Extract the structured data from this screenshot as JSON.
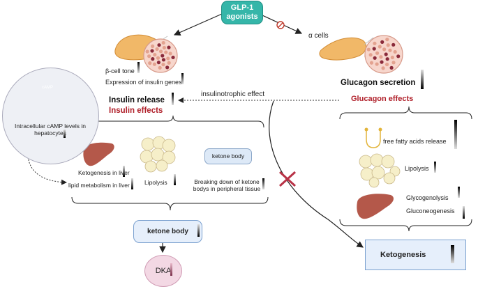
{
  "glp1": {
    "line1": "GLP-1",
    "line2": "agonists"
  },
  "alpha_cells": "α cells",
  "beta_cell_tone": "β-cell tone",
  "expression_insulin_genes": "Expression of insulin genes",
  "insulinotrophic_effect": "insulinotrophic effect",
  "insulin_release": "Insulin release",
  "insulin_effects": "Insulin effects",
  "glucagon_secretion": "Glucagon secretion",
  "glucagon_effects": "Glucagon effects",
  "camp_label": "cAMP",
  "intracellular_camp": "Intracellular cAMP levels in hepatocytes",
  "ketogenesis_liver": "Ketogenesis in liver",
  "lipid_metabolism_liver": "lipid metabolism in liver",
  "lipolysis_left": "Lipolysis",
  "ketone_body_small": "ketone body",
  "breaking_down": "Breaking down of ketone bodys in peripheral tissue",
  "ketone_body_box": "ketone body",
  "dka": "DKA",
  "free_fatty_acids": "free fatty acids release",
  "lipolysis_right": "Lipolysis",
  "glycogenolysis": "Glycogenolysis",
  "gluconeogenesis": "Gluconeogenesis",
  "ketogenesis": "Ketogenesis",
  "colors": {
    "glp_fill": "#35b6a9",
    "red_text": "#b0202a",
    "box_fill": "#e6effb",
    "cross": "#b83246"
  }
}
